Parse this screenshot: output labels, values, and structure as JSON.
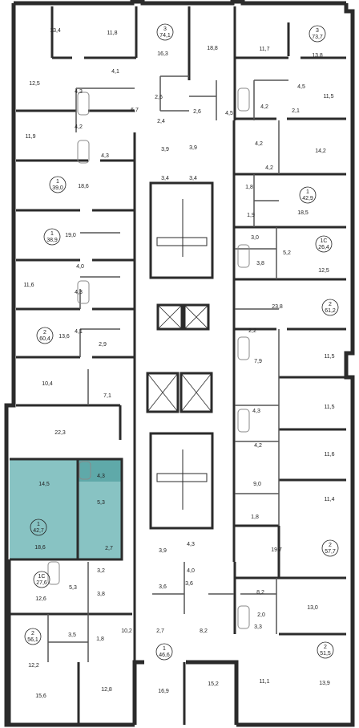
{
  "colors": {
    "highlight": "#88c3c3",
    "highlight_bath": "#5fa9a9",
    "wall": "#2b2b2b",
    "thin_wall": "#555555",
    "fixture": "#8a8a8a",
    "background": "#ffffff"
  },
  "highlighted_apartment": {
    "rooms": "1",
    "area": "42,7",
    "room_areas": [
      "14,5",
      "4,3",
      "5,3",
      "18,6"
    ]
  },
  "apartments": [
    {
      "rooms": "3",
      "area": "74,1"
    },
    {
      "rooms": "3",
      "area": "73,7"
    },
    {
      "rooms": "1",
      "area": "39,0"
    },
    {
      "rooms": "1",
      "area": "42,9"
    },
    {
      "rooms": "1",
      "area": "38,9"
    },
    {
      "rooms": "1С",
      "area": "26,4"
    },
    {
      "rooms": "2",
      "area": "60,4"
    },
    {
      "rooms": "2",
      "area": "61,2"
    },
    {
      "rooms": "1",
      "area": "42,7"
    },
    {
      "rooms": "2",
      "area": "57,7"
    },
    {
      "rooms": "1С",
      "area": "27,6"
    },
    {
      "rooms": "2",
      "area": "56,1"
    },
    {
      "rooms": "1",
      "area": "46,6"
    },
    {
      "rooms": "2",
      "area": "51,5"
    }
  ],
  "room_labels": [
    "13,4",
    "11,8",
    "16,3",
    "18,8",
    "11,7",
    "13,8",
    "12,5",
    "4,1",
    "4,3",
    "6,7",
    "2,6",
    "2,4",
    "2,6",
    "4,5",
    "4,2",
    "2,1",
    "4,5",
    "11,5",
    "11,9",
    "4,2",
    "4,3",
    "3,9",
    "3,9",
    "4,2",
    "14,2",
    "18,6",
    "3,4",
    "3,4",
    "4,2",
    "1,8",
    "18,5",
    "1,9",
    "19,0",
    "3,0",
    "5,2",
    "3,8",
    "12,5",
    "4,0",
    "11,6",
    "4,3",
    "23,8",
    "13,6",
    "4,1",
    "2,2",
    "11,5",
    "2,9",
    "10,4",
    "7,9",
    "7,1",
    "11,5",
    "22,3",
    "4,3",
    "4,2",
    "11,6",
    "9,0",
    "11,4",
    "1,8",
    "19,7",
    "2,7",
    "3,9",
    "4,3",
    "4,0",
    "3,2",
    "5,3",
    "12,6",
    "3,8",
    "3,6",
    "3,6",
    "8,2",
    "2,0",
    "13,0",
    "3,3",
    "3,5",
    "1,8",
    "10,2",
    "2,7",
    "8,2",
    "12,2",
    "16,9",
    "15,2",
    "11,1",
    "13,9",
    "15,6",
    "12,8"
  ]
}
